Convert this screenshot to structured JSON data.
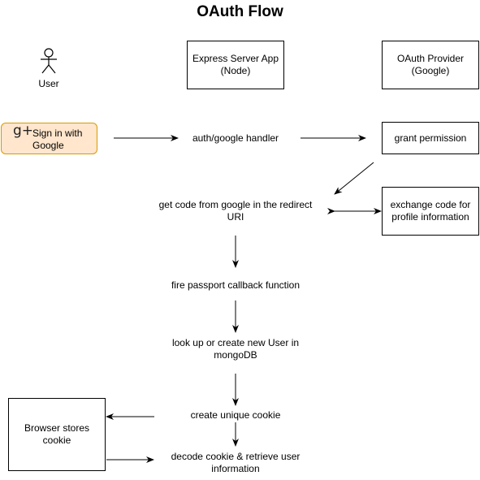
{
  "title": "OAuth Flow",
  "actors": {
    "user": "User",
    "express": "Express Server App\n(Node)",
    "provider": "OAuth Provider\n(Google)"
  },
  "google_button": {
    "icon": "g+",
    "label": "Sign in with\nGoogle",
    "fill": "#ffe6cc",
    "border": "#d79b00"
  },
  "steps": {
    "auth_handler": "auth/google handler",
    "grant_permission": "grant permission",
    "get_code": "get code from google in the redirect\nURI",
    "exchange_code": "exchange code for\nprofile information",
    "passport_callback": "fire passport callback function",
    "lookup_user": "look up or create new User in\nmongoDB",
    "unique_cookie": "create unique cookie",
    "browser_stores": "Browser stores\ncookie",
    "decode_cookie": "decode cookie & retrieve user\ninformation"
  }
}
